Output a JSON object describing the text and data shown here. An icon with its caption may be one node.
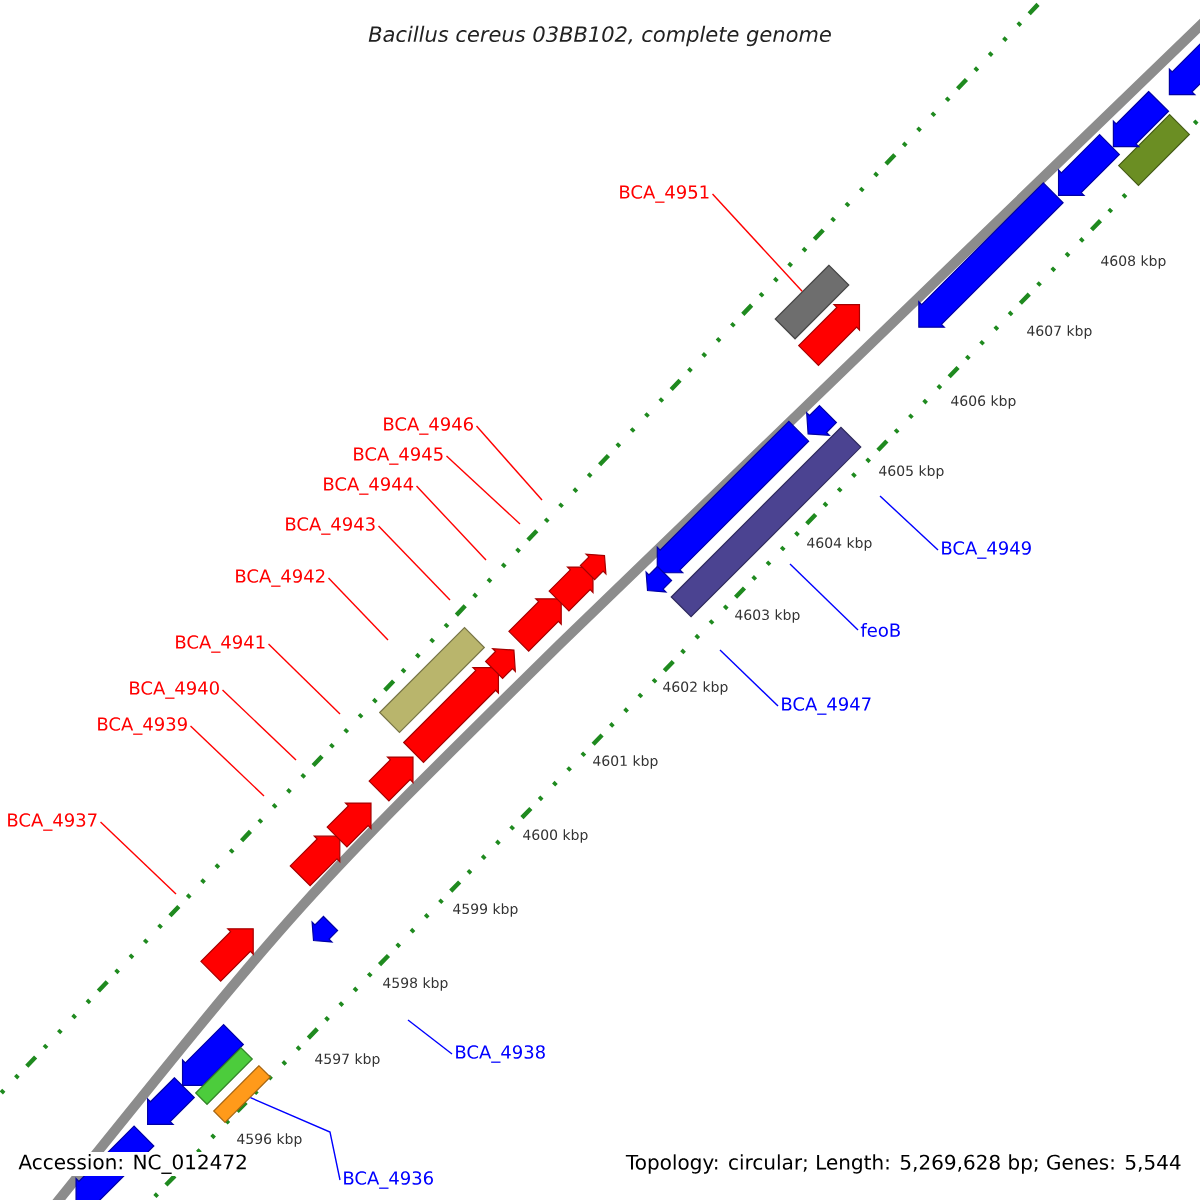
{
  "diagram": {
    "title": "Bacillus cereus 03BB102, complete genome",
    "nodes": [
      {
        "text": [
          "BCA_4951"
        ]
      },
      {
        "text": [
          "BCA_4946"
        ]
      },
      {
        "text": [
          "BCA_4945"
        ]
      },
      {
        "text": [
          "BCA_4944"
        ]
      },
      {
        "text": [
          "BCA_4943"
        ]
      },
      {
        "text": [
          "BCA_4942"
        ]
      },
      {
        "text": [
          "BCA_4941"
        ]
      },
      {
        "text": [
          "BCA_4940"
        ]
      },
      {
        "text": [
          "BCA_4939"
        ]
      },
      {
        "text": [
          "BCA_4937"
        ]
      },
      {
        "text": [
          "BCA_4949"
        ]
      },
      {
        "text": [
          "feoB"
        ]
      },
      {
        "text": [
          "BCA_4947"
        ]
      },
      {
        "text": [
          "BCA_4938"
        ]
      },
      {
        "text": [
          "BCA_4936"
        ]
      },
      {
        "text": [],
        "shape": "box"
      },
      {
        "text": [],
        "shape": "box"
      }
    ],
    "edges": [
      {
        "from": 0,
        "to": 15,
        "arrow": "none"
      },
      {
        "from": 1,
        "to": null,
        "arrow": "none"
      },
      {
        "from": 2,
        "to": null,
        "arrow": "none"
      },
      {
        "from": 3,
        "to": null,
        "arrow": "none"
      },
      {
        "from": 4,
        "to": null,
        "arrow": "none"
      },
      {
        "from": 5,
        "to": null,
        "arrow": "none"
      },
      {
        "from": 6,
        "to": null,
        "arrow": "none"
      },
      {
        "from": 7,
        "to": null,
        "arrow": "none"
      },
      {
        "from": 8,
        "to": null,
        "arrow": "none"
      },
      {
        "from": 9,
        "to": null,
        "arrow": "none"
      },
      {
        "from": 10,
        "to": null,
        "arrow": "none",
        "color": "#0000ff"
      },
      {
        "from": 11,
        "to": null,
        "arrow": "none",
        "color": "#0000ff"
      },
      {
        "from": 12,
        "to": null,
        "arrow": "none",
        "color": "#0000ff"
      },
      {
        "from": 13,
        "to": null,
        "arrow": "none",
        "color": "#0000ff"
      },
      {
        "from": 14,
        "to": 16,
        "arrow": "none",
        "color": "#0000ff"
      }
    ],
    "labels": [
      "4608 kbp",
      "4607 kbp",
      "4606 kbp",
      "4605 kbp",
      "4604 kbp",
      "4603 kbp",
      "4602 kbp",
      "4601 kbp",
      "4600 kbp",
      "4599 kbp",
      "4598 kbp",
      "4597 kbp",
      "4596 kbp",
      "Accession: NC_012472",
      "Topology: circular; Length: 5,269,628 bp; Genes: 5,544"
    ]
  }
}
